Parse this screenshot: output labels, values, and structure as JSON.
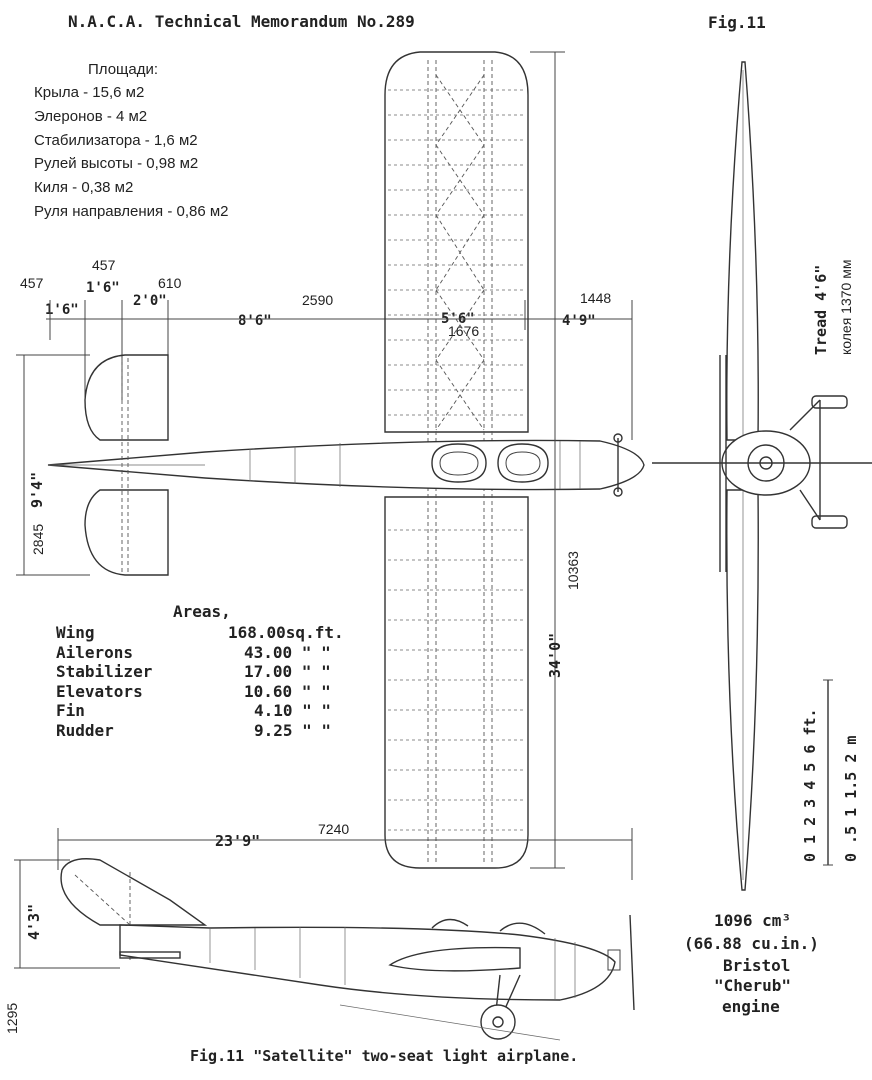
{
  "header": {
    "memo": "N.A.C.A. Technical Memorandum No.289",
    "fig": "Fig.11"
  },
  "ru_areas": {
    "title": "Площади:",
    "lines": [
      "Крыла - 15,6 м2",
      "Элеронов - 4 м2",
      "Стабилизатора - 1,6 м2",
      "Рулей высоты - 0,98 м2",
      "Киля - 0,38 м2",
      "Руля направления - 0,86 м2"
    ]
  },
  "dims": {
    "d457a": "457",
    "d457b": "457",
    "d610": "610",
    "d2590": "2590",
    "d1448": "1448",
    "f1_6": "1'6\"",
    "f1_6b": "1'6\"",
    "f2_0": "2'0\"",
    "f8_6": "8'6\"",
    "f5_6": "5'6\"",
    "d1676": "1676",
    "f4_9": "4'9\"",
    "f9_4": "9'4\"",
    "d2845": "2845",
    "d10363": "10363",
    "f34_0": "34'0\"",
    "f23_9": "23'9\"",
    "d7240": "7240",
    "f4_3": "4'3\"",
    "d1295": "1295",
    "tread": "Tread 4'6\"",
    "tread_ru": "колея 1370 мм"
  },
  "areas_table": {
    "title": "Areas,",
    "rows": [
      {
        "name": "Wing",
        "value": "168.00sq.ft."
      },
      {
        "name": "Ailerons",
        "value": "43.00 \"  \""
      },
      {
        "name": "Stabilizer",
        "value": "17.00 \"  \""
      },
      {
        "name": "Elevators",
        "value": "10.60 \"  \""
      },
      {
        "name": "Fin",
        "value": "4.10 \"  \""
      },
      {
        "name": "Rudder",
        "value": "9.25 \"  \""
      }
    ]
  },
  "scale": {
    "ft": "0 1 2 3 4 5 6 ft.",
    "m": "0 .5 1 1.5 2 m"
  },
  "engine": {
    "l1": "1096 cm³",
    "l2": "(66.88 cu.in.)",
    "l3": "Bristol",
    "l4": "\"Cherub\"",
    "l5": "engine"
  },
  "caption": "Fig.11  \"Satellite\" two-seat light airplane."
}
